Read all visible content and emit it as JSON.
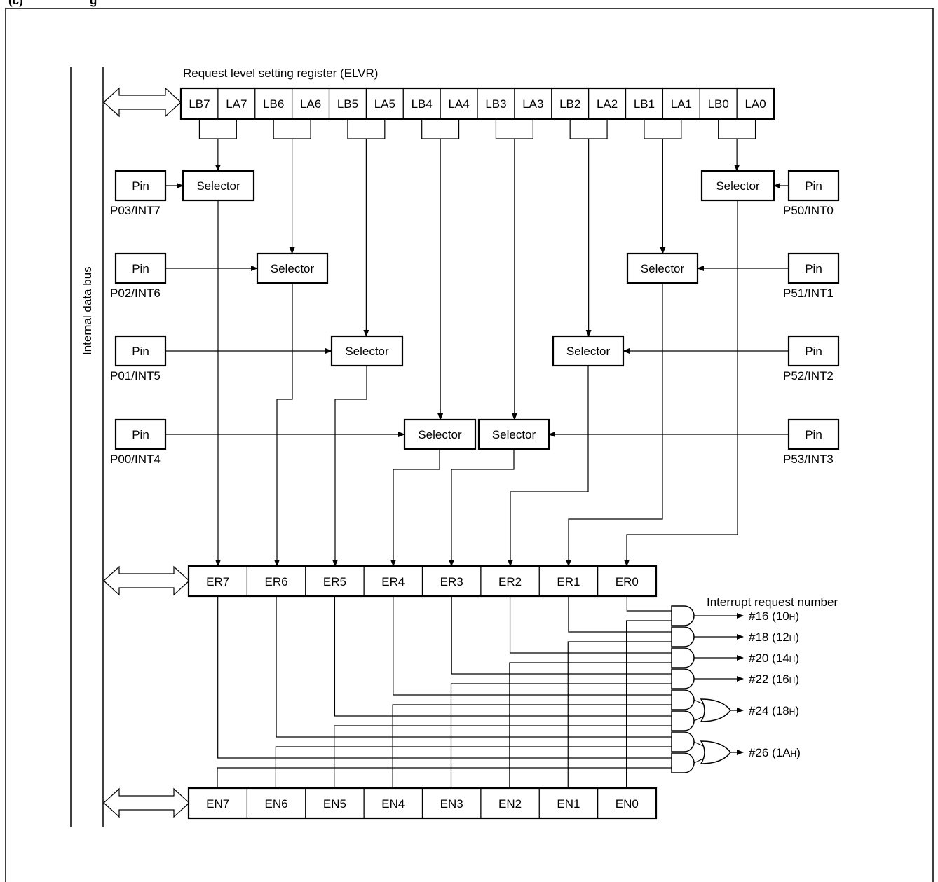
{
  "page": {
    "heading_fragment": "(c)",
    "heading_fragment_2": "g"
  },
  "bus_label": "Internal data bus",
  "elvr": {
    "title": "Request level setting register (ELVR)",
    "bits": [
      "LB7",
      "LA7",
      "LB6",
      "LA6",
      "LB5",
      "LA5",
      "LB4",
      "LA4",
      "LB3",
      "LA3",
      "LB2",
      "LA2",
      "LB1",
      "LA1",
      "LB0",
      "LA0"
    ]
  },
  "selector_label": "Selector",
  "pin_label": "Pin",
  "left_pins": [
    "P03/INT7",
    "P02/INT6",
    "P01/INT5",
    "P00/INT4"
  ],
  "right_pins": [
    "P50/INT0",
    "P51/INT1",
    "P52/INT2",
    "P53/INT3"
  ],
  "er_bits": [
    "ER7",
    "ER6",
    "ER5",
    "ER4",
    "ER3",
    "ER2",
    "ER1",
    "ER0"
  ],
  "en_bits": [
    "EN7",
    "EN6",
    "EN5",
    "EN4",
    "EN3",
    "EN2",
    "EN1",
    "EN0"
  ],
  "irq": {
    "title": "Interrupt request number",
    "outputs": [
      {
        "num": "#16 (10",
        "suffix": "H",
        "close": ")"
      },
      {
        "num": "#18 (12",
        "suffix": "H",
        "close": ")"
      },
      {
        "num": "#20 (14",
        "suffix": "H",
        "close": ")"
      },
      {
        "num": "#22 (16",
        "suffix": "H",
        "close": ")"
      },
      {
        "num": "#24 (18",
        "suffix": "H",
        "close": ")"
      },
      {
        "num": "#26 (1A",
        "suffix": "H",
        "close": ")"
      }
    ]
  }
}
